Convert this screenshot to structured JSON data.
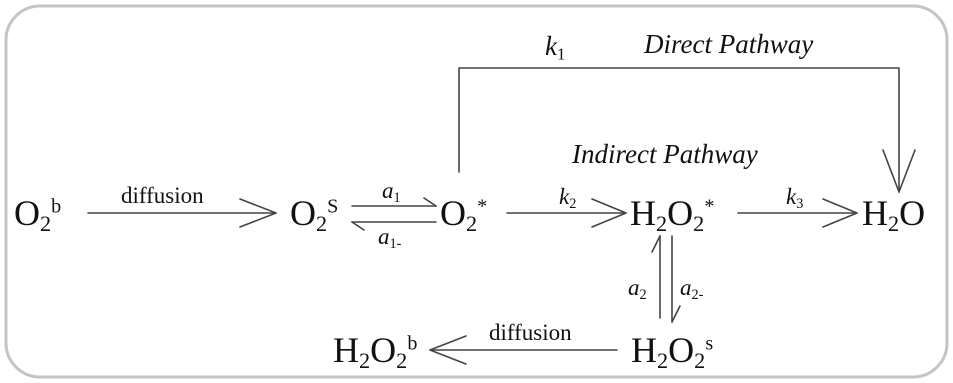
{
  "species": {
    "o2_bulk": {
      "base": "O",
      "sub": "2",
      "sup": "b"
    },
    "o2_surface": {
      "base": "O",
      "sub": "2",
      "sup": "S"
    },
    "o2_adsorbed": {
      "base": "O",
      "sub": "2",
      "sup": "*"
    },
    "h2o2_adsorbed": {
      "pre": "H",
      "pre_sub": "2",
      "base": "O",
      "sub": "2",
      "sup": "*"
    },
    "water": {
      "pre": "H",
      "pre_sub": "2",
      "base": "O"
    },
    "h2o2_surface": {
      "pre": "H",
      "pre_sub": "2",
      "base": "O",
      "sub": "2",
      "sup": "s"
    },
    "h2o2_bulk": {
      "pre": "H",
      "pre_sub": "2",
      "base": "O",
      "sub": "2",
      "sup": "b"
    }
  },
  "labels": {
    "diffusion_top": "diffusion",
    "diffusion_bottom": "diffusion",
    "direct_pathway": "Direct Pathway",
    "indirect_pathway": "Indirect Pathway",
    "k1": {
      "base": "k",
      "sub": "1"
    },
    "k2": {
      "base": "k",
      "sub": "2"
    },
    "k3": {
      "base": "k",
      "sub": "3"
    },
    "a1": {
      "base": "a",
      "sub": "1"
    },
    "a1_reverse": {
      "base": "a",
      "sub": "1-"
    },
    "a2": {
      "base": "a",
      "sub": "2"
    },
    "a2_reverse": {
      "base": "a",
      "sub": "2-"
    }
  },
  "colors": {
    "ink": "#111111",
    "line": "#444444",
    "frame": "#bfbfbf"
  }
}
